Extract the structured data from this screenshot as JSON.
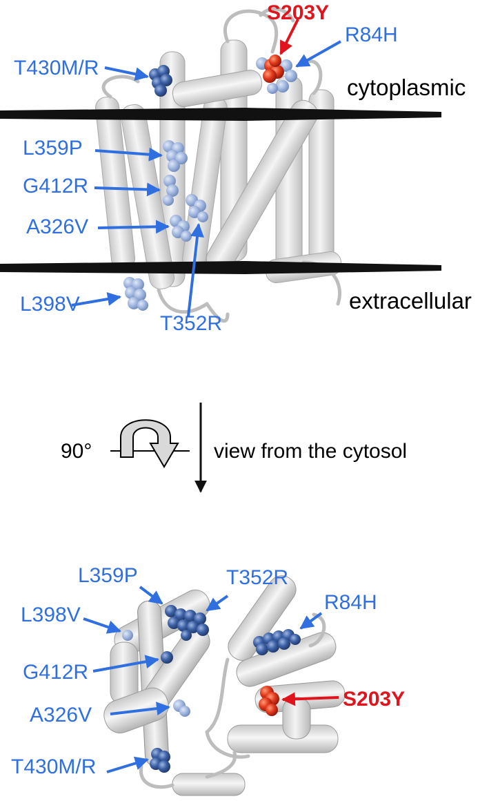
{
  "top_panel": {
    "labels": {
      "t430": "T430M/R",
      "s203": "S203Y",
      "r84": "R84H",
      "l359": "L359P",
      "g412": "G412R",
      "a326": "A326V",
      "l398": "L398V",
      "t352": "T352R"
    },
    "cytoplasmic": "cytoplasmic",
    "extracellular": "extracellular"
  },
  "rotation": {
    "angle": "90°",
    "caption": "view from the cytosol"
  },
  "bottom_panel": {
    "labels": {
      "l359": "L359P",
      "t352": "T352R",
      "r84": "R84H",
      "l398": "L398V",
      "g412": "G412R",
      "a326": "A326V",
      "s203": "S203Y",
      "t430": "T430M/R"
    }
  },
  "colors": {
    "mutation_label": "#2f6fe0",
    "highlight_label": "#e0141c",
    "sphere_dark": "#3a5d9c",
    "sphere_light": "#8ea8d6",
    "sphere_red": "#d8281a",
    "helix": "#d9d9d9",
    "membrane": "#111111"
  }
}
